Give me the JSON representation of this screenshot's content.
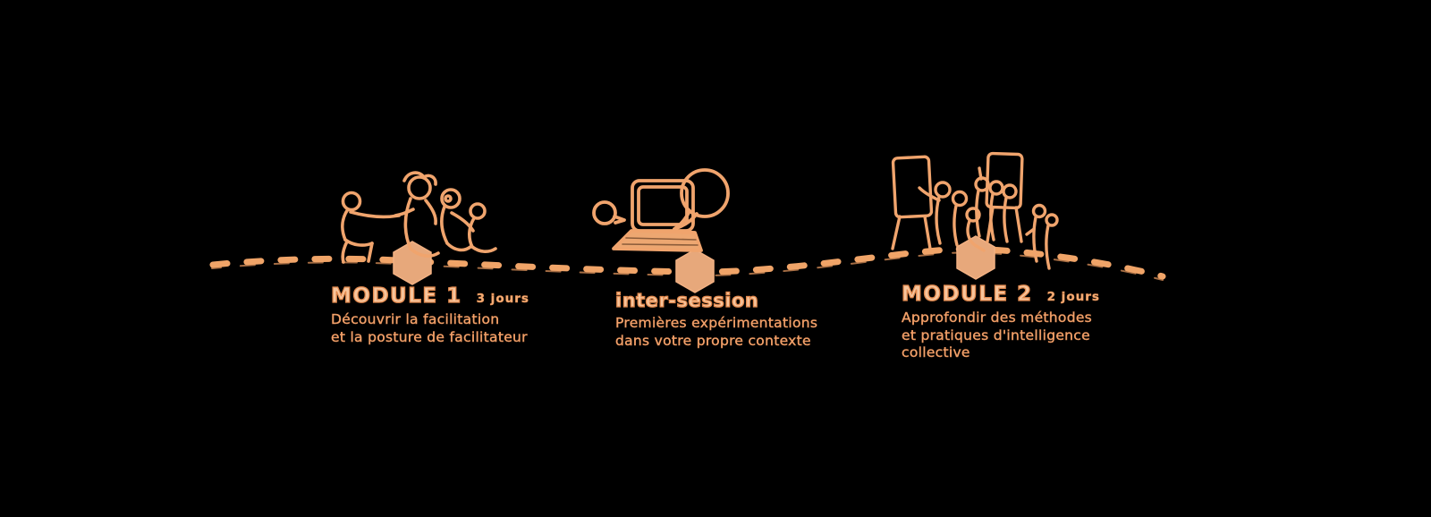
{
  "canvas": {
    "background": "#000000",
    "accent": "#f0a46d",
    "hexagon_fill": "#e7a87b",
    "heading_fill": "#f7c59c",
    "heading_outline": "#e2894e"
  },
  "timeline": {
    "style": "hand-drawn dashed wavy line with hexagon milestones",
    "steps": [
      {
        "id": "module-1",
        "heading": "MODULE 1",
        "duration": "3 jours",
        "lines": [
          "Découvrir la facilitation",
          "et la posture de facilitateur"
        ],
        "illustration": "people-seated-in-discussion"
      },
      {
        "id": "inter-session",
        "heading": "inter-session",
        "duration": "",
        "lines": [
          "Premières expérimentations",
          "dans votre propre contexte"
        ],
        "illustration": "laptop-with-speech-bubbles"
      },
      {
        "id": "module-2",
        "heading": "MODULE 2",
        "duration": "2 jours",
        "lines": [
          "Approfondir des méthodes",
          "et pratiques d'intelligence",
          "collective"
        ],
        "illustration": "groups-at-flipcharts"
      }
    ]
  }
}
